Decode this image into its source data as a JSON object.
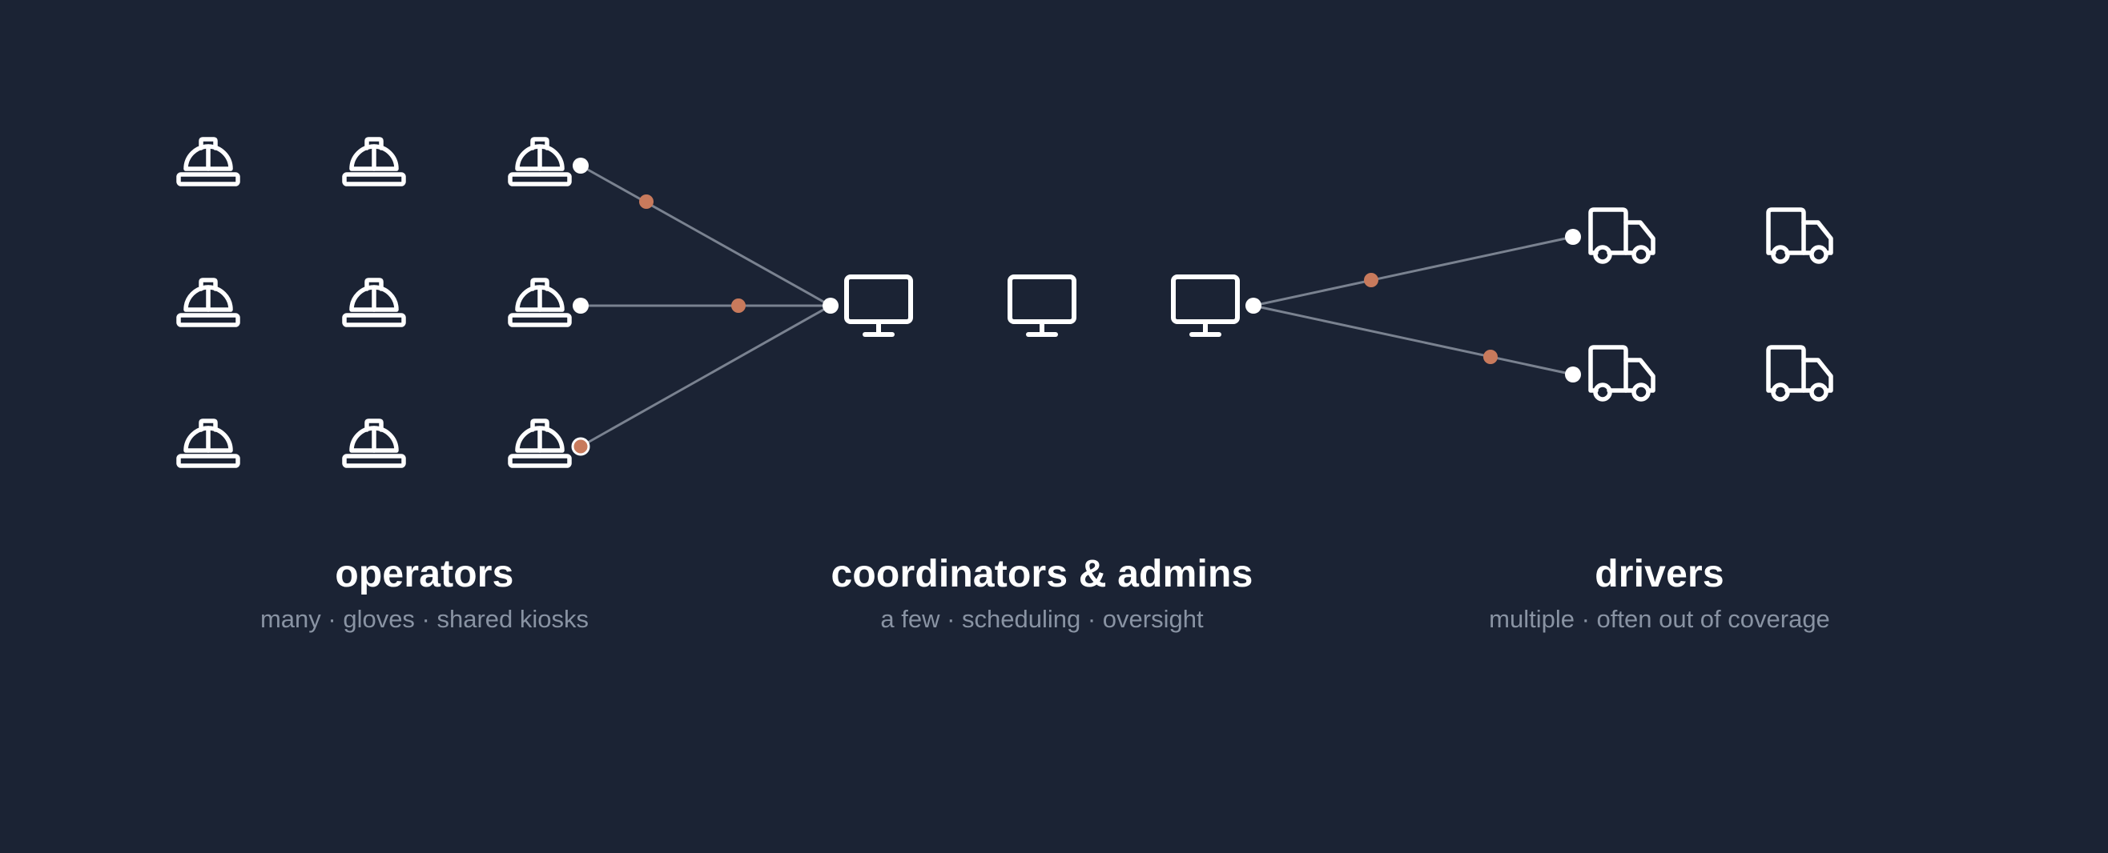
{
  "colors": {
    "background": "#1b2334",
    "icon": "#ffffff",
    "connector_line": "#7a8290",
    "endpoint_dot": "#ffffff",
    "traffic_dot": "#c87a5c",
    "subtitle_text": "#8993a3"
  },
  "groups": {
    "operators": {
      "title": "operators",
      "subtitle": "many · gloves · shared kiosks",
      "icon": "hard-hat-icon",
      "count": 9
    },
    "coordinators": {
      "title": "coordinators & admins",
      "subtitle": "a few · scheduling · oversight",
      "icon": "monitor-icon",
      "count": 3
    },
    "drivers": {
      "title": "drivers",
      "subtitle": "multiple · often out of coverage",
      "icon": "truck-icon",
      "count": 4
    }
  }
}
